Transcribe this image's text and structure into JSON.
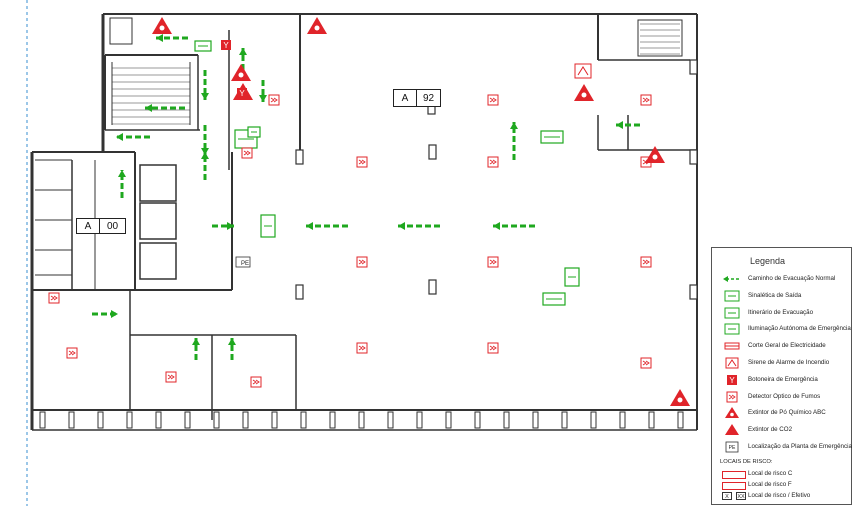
{
  "rooms": [
    {
      "code": "A",
      "number": "92"
    },
    {
      "code": "A",
      "number": "00"
    }
  ],
  "plan_marker": "PE",
  "legend": {
    "title": "Legenda",
    "items": [
      {
        "icon": "evacuation-arrow",
        "label": "Caminho de Evacuação Normal"
      },
      {
        "icon": "exit-sign",
        "label": "Sinalética de Saída"
      },
      {
        "icon": "evacuation-route-sign",
        "label": "Itinerário de Evacuação"
      },
      {
        "icon": "emergency-light",
        "label": "Iluminação Autónoma de Emergência"
      },
      {
        "icon": "main-power-cutoff",
        "label": "Corte Geral de Electricidade"
      },
      {
        "icon": "fire-alarm-siren",
        "label": "Sirene de Alarme de Incendio"
      },
      {
        "icon": "emergency-button",
        "label": "Botoneira de Emergência"
      },
      {
        "icon": "smoke-detector",
        "label": "Detector Optico de Fumos"
      },
      {
        "icon": "powder-extinguisher",
        "label": "Extintor de Pó Químico ABC"
      },
      {
        "icon": "co2-extinguisher",
        "label": "Extintor de CO2"
      },
      {
        "icon": "plan-location",
        "label": "Localização da Planta de Emergência",
        "code": "PE"
      }
    ],
    "risk_heading": "LOCAIS DE RISCO:",
    "risk_items": [
      {
        "label": "Local de risco C"
      },
      {
        "label": "Local de risco F"
      },
      {
        "label": "Local de risco / Efetivo",
        "codes": [
          "X",
          "XX"
        ]
      }
    ]
  },
  "colors": {
    "green": "#1fa81f",
    "red": "#e0242a",
    "wall": "#333333",
    "guide": "#3a8fd0"
  }
}
